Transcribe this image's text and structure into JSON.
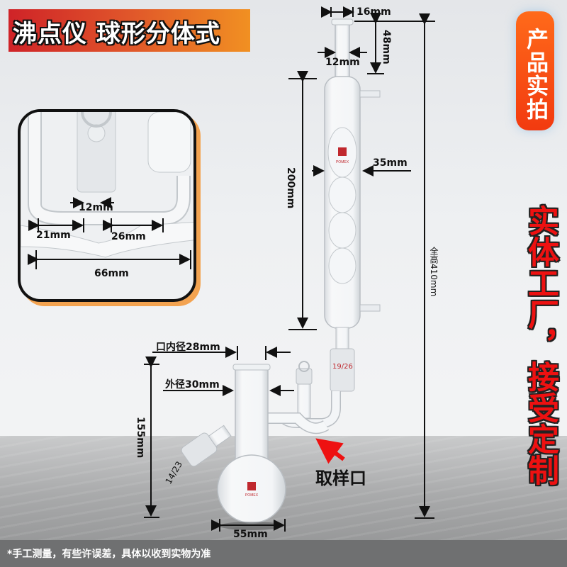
{
  "title": "沸点仪 球形分体式",
  "badge": {
    "label": "产品实拍"
  },
  "slogan": "实体工厂，接受定制",
  "brand": "POMEX",
  "inset_detail": {
    "dimensions": {
      "neck": "12mm",
      "left_arm": "21mm",
      "right_arm": "26mm",
      "total_width": "66mm"
    }
  },
  "condenser": {
    "dimensions": {
      "top_outer": "16mm",
      "top_inner": "12mm",
      "top_length": "48mm",
      "jacket_length": "200mm",
      "jacket_diameter": "35mm"
    },
    "joint_label": "19/26"
  },
  "flask": {
    "dimensions": {
      "mouth_inner": "口内径28mm",
      "mouth_outer": "外径30mm",
      "height": "155mm",
      "bulb_diameter": "55mm"
    },
    "side_joint_label": "14/23"
  },
  "total_height": "全高410mm",
  "sample_port_label": "取样口",
  "footer_note": "*手工测量，有些许误差，具体以收到实物为准",
  "colors": {
    "banner_start": "#cf2328",
    "banner_end": "#f19022",
    "badge": "#f23a10",
    "slogan": "#ee1111",
    "arrow": "#ee1111"
  }
}
